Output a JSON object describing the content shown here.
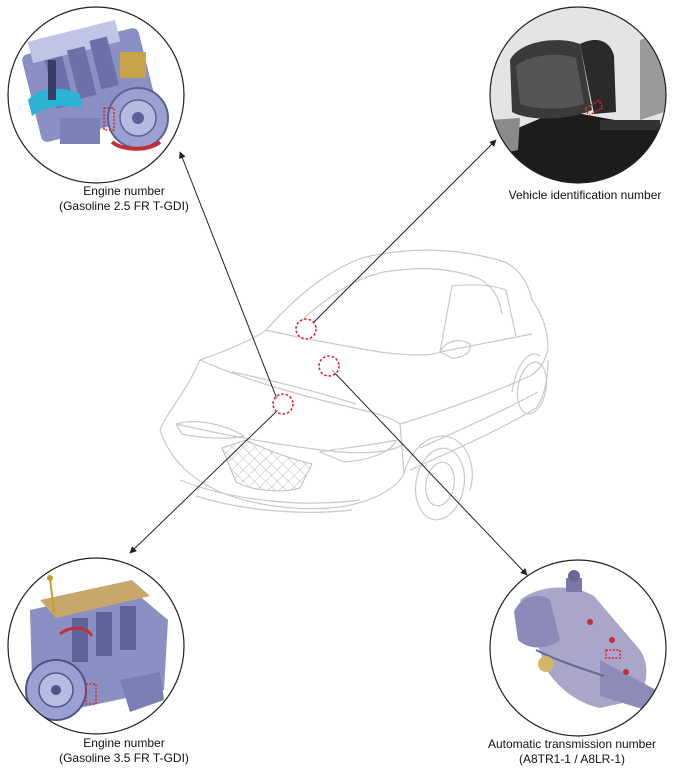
{
  "callouts": {
    "engine_25": {
      "line1": "Engine number",
      "line2": "(Gasoline 2.5 FR T-GDI)",
      "icon": "engine-icon"
    },
    "vin": {
      "line1": "Vehicle identification number",
      "icon": "car-seat-floor-icon"
    },
    "engine_35": {
      "line1": "Engine number",
      "line2": "(Gasoline 3.5 FR T-GDI)",
      "icon": "engine-icon"
    },
    "transmission": {
      "line1": "Automatic transmission number",
      "line2": "(A8TR1-1 / A8LR-1)",
      "icon": "transmission-icon"
    }
  },
  "colors": {
    "marker": "#e0242a",
    "arrow": "#222222",
    "car_outline": "#c9c9c9",
    "engine_body": "#8a8fc4",
    "engine_accent": "#2bb3d6",
    "transmission_body": "#a9a6c9",
    "carpet": "#1c1c1c"
  }
}
